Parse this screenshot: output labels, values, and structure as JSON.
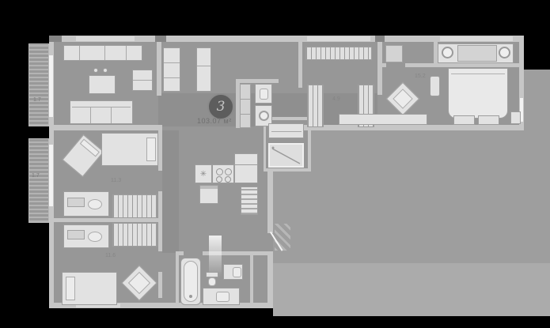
{
  "unit": {
    "number": "3",
    "area": "103.07 м²"
  },
  "labels": {
    "balcony_top": "1.7",
    "balcony_bottom": "1.7",
    "closet": "4.9",
    "master_bedroom": "15.2",
    "kids_room_1": "11.3",
    "kids_room_2": "11.6"
  },
  "symbols": {
    "kitchen_sink_star": "✳"
  },
  "colors": {
    "page_background": "#000000",
    "outside_area": "#9e9e9e",
    "apartment_floor": "#979797",
    "walls": "#c6c6c6",
    "furniture": "#e2e2e2",
    "unit_badge": "#5d5d5d",
    "window": "#f2f2f2"
  }
}
